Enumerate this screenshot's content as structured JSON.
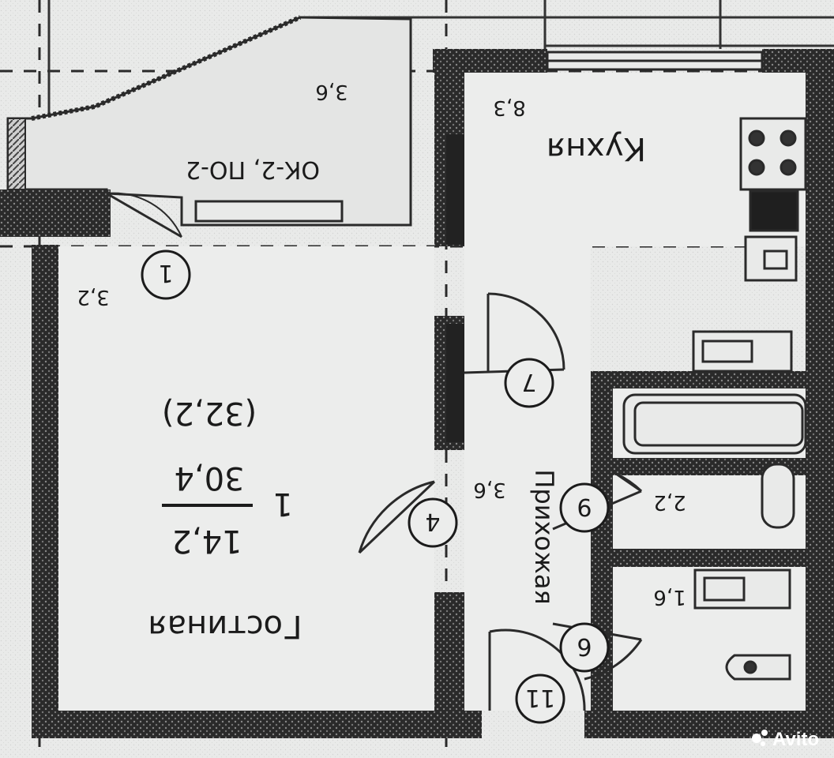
{
  "rooms": {
    "living": {
      "name": "Гостиная",
      "area": "14,2"
    },
    "kitchen": {
      "name": "Кухня",
      "area": "8,3"
    },
    "hall": {
      "name": "Прихожая",
      "area": "3,6"
    }
  },
  "apartment": {
    "rooms_count": "1",
    "total_area": "30,4",
    "area_with_balcony": "(32,2)"
  },
  "balcony": {
    "label": "ОК-2, ПО-2",
    "area": "3,6"
  },
  "bath": {
    "area": "2,2"
  },
  "toilet": {
    "area": "1,6"
  },
  "living_window_area": "3,2",
  "markers": [
    "1",
    "7",
    "4",
    "9",
    "6",
    "11"
  ],
  "watermark": "Avito"
}
